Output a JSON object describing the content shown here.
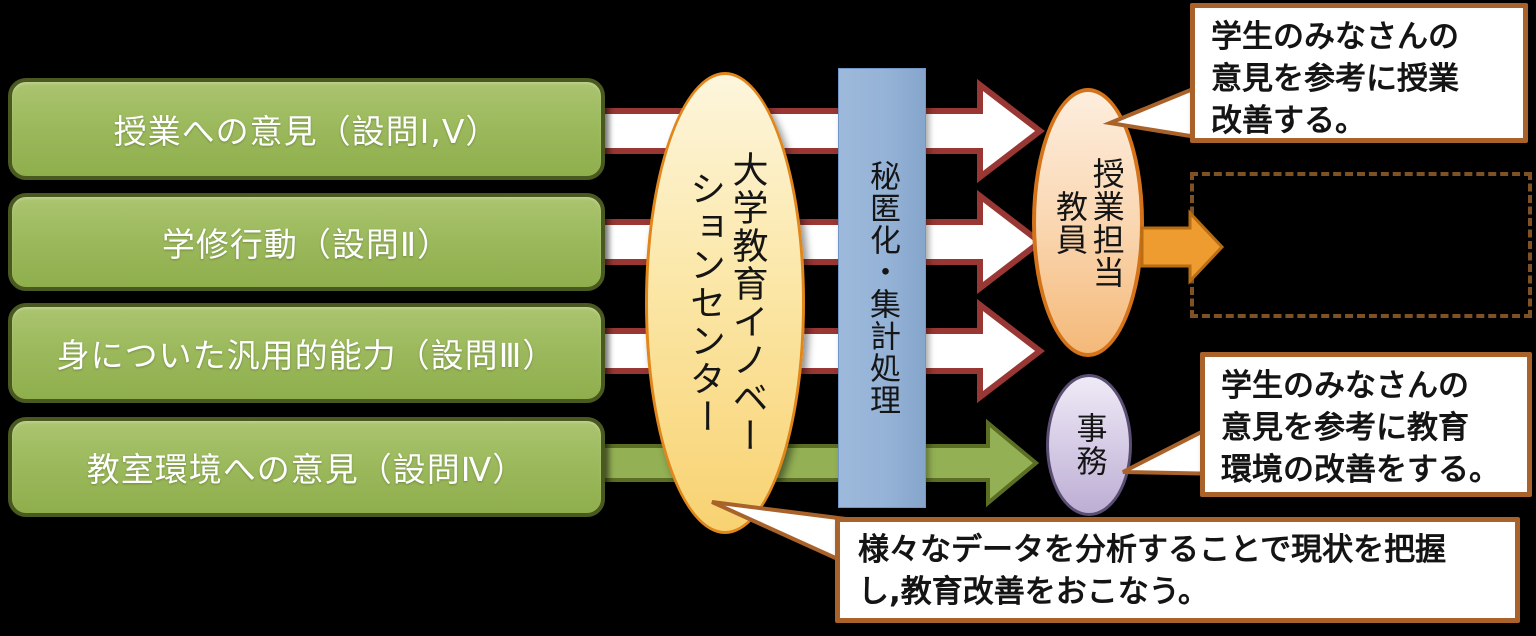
{
  "sources": [
    {
      "label": "授業への意見（設問Ⅰ,Ⅴ）"
    },
    {
      "label": "学修行動（設問Ⅱ）"
    },
    {
      "label": "身についた汎用的能力（設問Ⅲ）"
    },
    {
      "label": "教室環境への意見（設問Ⅳ）"
    }
  ],
  "center_ellipse": {
    "lines": [
      "大学教育イノベー",
      "ションセンター"
    ]
  },
  "process_bar": {
    "label": "秘匿化・集計処理"
  },
  "faculty_ellipse": {
    "lines": [
      "授業担当",
      "教員"
    ]
  },
  "admin_ellipse": {
    "label": "事務"
  },
  "result_box": {
    "label": ""
  },
  "callouts": {
    "class_improvement": {
      "lines": [
        "学生のみなさんの",
        "意見を参考に授業",
        "改善する。"
      ]
    },
    "environment_improvement": {
      "lines": [
        "学生のみなさんの",
        "意見を参考に教育",
        "環境の改善をする。"
      ]
    },
    "data_analysis": {
      "lines": [
        "様々なデータを分析することで現状を把握",
        "し,教育改善をおこなう。"
      ]
    }
  },
  "colors": {
    "background": "#000000",
    "source_box_green": "#9cba5d",
    "source_box_border": "#49591f",
    "flow_arrow_fill": "#ffffff",
    "flow_arrow_border": "#983733",
    "green_arrow_fill": "#93b054",
    "green_arrow_border": "#5b6e24",
    "center_ellipse_fill": "#fbe7a8",
    "center_ellipse_border": "#e0861a",
    "process_bar_blue": "#95b3d7",
    "faculty_ellipse_fill": "#fad7b2",
    "faculty_ellipse_border": "#d4731a",
    "admin_ellipse_fill": "#d6cce6",
    "admin_ellipse_border": "#5a4e73",
    "orange_arrow_fill": "#ee9c30",
    "orange_arrow_border": "#b96e12",
    "callout_border": "#a8622a",
    "dashed_box_border": "#7f5226"
  }
}
